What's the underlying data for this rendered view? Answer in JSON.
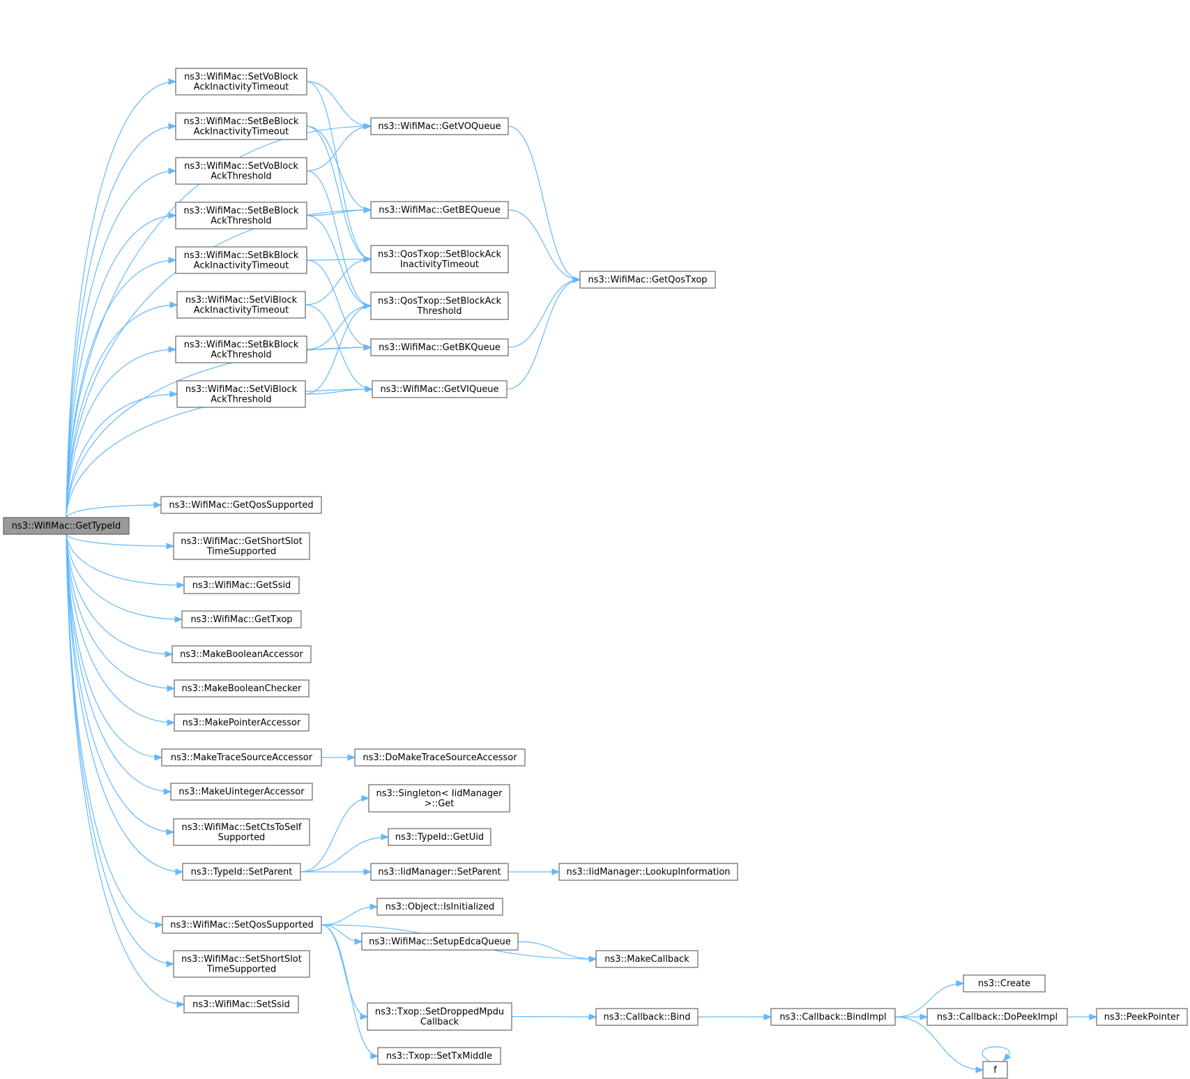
{
  "graph": {
    "accent_color": "#63b8ff",
    "root_fill": "#999999",
    "nodes": [
      {
        "id": "root",
        "lines": [
          "ns3::WifiMac::GetTypeId"
        ],
        "root": true
      },
      {
        "id": "setVoBlockAckInact",
        "lines": [
          "ns3::WifiMac::SetVoBlock",
          "AckInactivityTimeout"
        ]
      },
      {
        "id": "setBeBlockAckInact",
        "lines": [
          "ns3::WifiMac::SetBeBlock",
          "AckInactivityTimeout"
        ]
      },
      {
        "id": "setVoBlockAckThr",
        "lines": [
          "ns3::WifiMac::SetVoBlock",
          "AckThreshold"
        ]
      },
      {
        "id": "setBeBlockAckThr",
        "lines": [
          "ns3::WifiMac::SetBeBlock",
          "AckThreshold"
        ]
      },
      {
        "id": "setBkBlockAckInact",
        "lines": [
          "ns3::WifiMac::SetBkBlock",
          "AckInactivityTimeout"
        ]
      },
      {
        "id": "setViBlockAckInact",
        "lines": [
          "ns3::WifiMac::SetViBlock",
          "AckInactivityTimeout"
        ]
      },
      {
        "id": "setBkBlockAckThr",
        "lines": [
          "ns3::WifiMac::SetBkBlock",
          "AckThreshold"
        ]
      },
      {
        "id": "setViBlockAckThr",
        "lines": [
          "ns3::WifiMac::SetViBlock",
          "AckThreshold"
        ]
      },
      {
        "id": "getVOQueue",
        "lines": [
          "ns3::WifiMac::GetVOQueue"
        ]
      },
      {
        "id": "getBEQueue",
        "lines": [
          "ns3::WifiMac::GetBEQueue"
        ]
      },
      {
        "id": "qosSetBAInact",
        "lines": [
          "ns3::QosTxop::SetBlockAck",
          "InactivityTimeout"
        ]
      },
      {
        "id": "qosSetBAThr",
        "lines": [
          "ns3::QosTxop::SetBlockAck",
          "Threshold"
        ]
      },
      {
        "id": "getBKQueue",
        "lines": [
          "ns3::WifiMac::GetBKQueue"
        ]
      },
      {
        "id": "getVIQueue",
        "lines": [
          "ns3::WifiMac::GetVIQueue"
        ]
      },
      {
        "id": "getQosTxop",
        "lines": [
          "ns3::WifiMac::GetQosTxop"
        ]
      },
      {
        "id": "getQosSupported",
        "lines": [
          "ns3::WifiMac::GetQosSupported"
        ]
      },
      {
        "id": "getShortSlot",
        "lines": [
          "ns3::WifiMac::GetShortSlot",
          "TimeSupported"
        ]
      },
      {
        "id": "getSsid",
        "lines": [
          "ns3::WifiMac::GetSsid"
        ]
      },
      {
        "id": "getTxop",
        "lines": [
          "ns3::WifiMac::GetTxop"
        ]
      },
      {
        "id": "makeBoolAcc",
        "lines": [
          "ns3::MakeBooleanAccessor"
        ]
      },
      {
        "id": "makeBoolChk",
        "lines": [
          "ns3::MakeBooleanChecker"
        ]
      },
      {
        "id": "makePtrAcc",
        "lines": [
          "ns3::MakePointerAccessor"
        ]
      },
      {
        "id": "makeTraceAcc",
        "lines": [
          "ns3::MakeTraceSourceAccessor"
        ]
      },
      {
        "id": "doMakeTraceAcc",
        "lines": [
          "ns3::DoMakeTraceSourceAccessor"
        ]
      },
      {
        "id": "makeUintAcc",
        "lines": [
          "ns3::MakeUintegerAccessor"
        ]
      },
      {
        "id": "setCtsToSelf",
        "lines": [
          "ns3::WifiMac::SetCtsToSelf",
          "Supported"
        ]
      },
      {
        "id": "typeIdSetParent",
        "lines": [
          "ns3::TypeId::SetParent"
        ]
      },
      {
        "id": "singletonGet",
        "lines": [
          "ns3::Singleton< IidManager",
          ">::Get"
        ]
      },
      {
        "id": "typeIdGetUid",
        "lines": [
          "ns3::TypeId::GetUid"
        ]
      },
      {
        "id": "iidSetParent",
        "lines": [
          "ns3::IidManager::SetParent"
        ]
      },
      {
        "id": "iidLookup",
        "lines": [
          "ns3::IidManager::LookupInformation"
        ]
      },
      {
        "id": "setQosSupported",
        "lines": [
          "ns3::WifiMac::SetQosSupported"
        ]
      },
      {
        "id": "objIsInit",
        "lines": [
          "ns3::Object::IsInitialized"
        ]
      },
      {
        "id": "setupEdca",
        "lines": [
          "ns3::WifiMac::SetupEdcaQueue"
        ]
      },
      {
        "id": "makeCallback",
        "lines": [
          "ns3::MakeCallback"
        ]
      },
      {
        "id": "setShortSlot",
        "lines": [
          "ns3::WifiMac::SetShortSlot",
          "TimeSupported"
        ]
      },
      {
        "id": "setSsid",
        "lines": [
          "ns3::WifiMac::SetSsid"
        ]
      },
      {
        "id": "txopSetDropped",
        "lines": [
          "ns3::Txop::SetDroppedMpdu",
          "Callback"
        ]
      },
      {
        "id": "txopSetTxMiddle",
        "lines": [
          "ns3::Txop::SetTxMiddle"
        ]
      },
      {
        "id": "cbBind",
        "lines": [
          "ns3::Callback::Bind"
        ]
      },
      {
        "id": "cbBindImpl",
        "lines": [
          "ns3::Callback::BindImpl"
        ]
      },
      {
        "id": "create",
        "lines": [
          "ns3::Create"
        ]
      },
      {
        "id": "cbDoPeekImpl",
        "lines": [
          "ns3::Callback::DoPeekImpl"
        ]
      },
      {
        "id": "peekPointer",
        "lines": [
          "ns3::PeekPointer"
        ]
      },
      {
        "id": "f",
        "lines": [
          "f"
        ]
      }
    ],
    "edges": [
      [
        "root",
        "setVoBlockAckInact"
      ],
      [
        "root",
        "setBeBlockAckInact"
      ],
      [
        "root",
        "setVoBlockAckThr"
      ],
      [
        "root",
        "setBeBlockAckThr"
      ],
      [
        "root",
        "setBkBlockAckInact"
      ],
      [
        "root",
        "setViBlockAckInact"
      ],
      [
        "root",
        "setBkBlockAckThr"
      ],
      [
        "root",
        "setViBlockAckThr"
      ],
      [
        "root",
        "getVOQueue"
      ],
      [
        "root",
        "getBEQueue"
      ],
      [
        "root",
        "getBKQueue"
      ],
      [
        "root",
        "getVIQueue"
      ],
      [
        "root",
        "getQosSupported"
      ],
      [
        "root",
        "getShortSlot"
      ],
      [
        "root",
        "getSsid"
      ],
      [
        "root",
        "getTxop"
      ],
      [
        "root",
        "makeBoolAcc"
      ],
      [
        "root",
        "makeBoolChk"
      ],
      [
        "root",
        "makePtrAcc"
      ],
      [
        "root",
        "makeTraceAcc"
      ],
      [
        "root",
        "makeUintAcc"
      ],
      [
        "root",
        "setCtsToSelf"
      ],
      [
        "root",
        "typeIdSetParent"
      ],
      [
        "root",
        "setQosSupported"
      ],
      [
        "root",
        "setShortSlot"
      ],
      [
        "root",
        "setSsid"
      ],
      [
        "setVoBlockAckInact",
        "getVOQueue"
      ],
      [
        "setVoBlockAckInact",
        "qosSetBAInact"
      ],
      [
        "setBeBlockAckInact",
        "getBEQueue"
      ],
      [
        "setBeBlockAckInact",
        "qosSetBAInact"
      ],
      [
        "setVoBlockAckThr",
        "getVOQueue"
      ],
      [
        "setVoBlockAckThr",
        "qosSetBAThr"
      ],
      [
        "setBeBlockAckThr",
        "getBEQueue"
      ],
      [
        "setBeBlockAckThr",
        "qosSetBAThr"
      ],
      [
        "setBkBlockAckInact",
        "qosSetBAInact"
      ],
      [
        "setBkBlockAckInact",
        "getBKQueue"
      ],
      [
        "setViBlockAckInact",
        "qosSetBAInact"
      ],
      [
        "setViBlockAckInact",
        "getVIQueue"
      ],
      [
        "setBkBlockAckThr",
        "qosSetBAThr"
      ],
      [
        "setBkBlockAckThr",
        "getBKQueue"
      ],
      [
        "setViBlockAckThr",
        "qosSetBAThr"
      ],
      [
        "setViBlockAckThr",
        "getVIQueue"
      ],
      [
        "getVOQueue",
        "getQosTxop"
      ],
      [
        "getBEQueue",
        "getQosTxop"
      ],
      [
        "getBKQueue",
        "getQosTxop"
      ],
      [
        "getVIQueue",
        "getQosTxop"
      ],
      [
        "makeTraceAcc",
        "doMakeTraceAcc"
      ],
      [
        "typeIdSetParent",
        "singletonGet"
      ],
      [
        "typeIdSetParent",
        "typeIdGetUid"
      ],
      [
        "typeIdSetParent",
        "iidSetParent"
      ],
      [
        "iidSetParent",
        "iidLookup"
      ],
      [
        "setQosSupported",
        "objIsInit"
      ],
      [
        "setQosSupported",
        "setupEdca"
      ],
      [
        "setQosSupported",
        "makeCallback"
      ],
      [
        "setQosSupported",
        "txopSetDropped"
      ],
      [
        "setQosSupported",
        "txopSetTxMiddle"
      ],
      [
        "setupEdca",
        "makeCallback"
      ],
      [
        "txopSetDropped",
        "cbBind"
      ],
      [
        "cbBind",
        "cbBindImpl"
      ],
      [
        "cbBindImpl",
        "create"
      ],
      [
        "cbBindImpl",
        "cbDoPeekImpl"
      ],
      [
        "cbBindImpl",
        "f"
      ],
      [
        "cbDoPeekImpl",
        "peekPointer"
      ],
      [
        "f",
        "f"
      ]
    ]
  }
}
